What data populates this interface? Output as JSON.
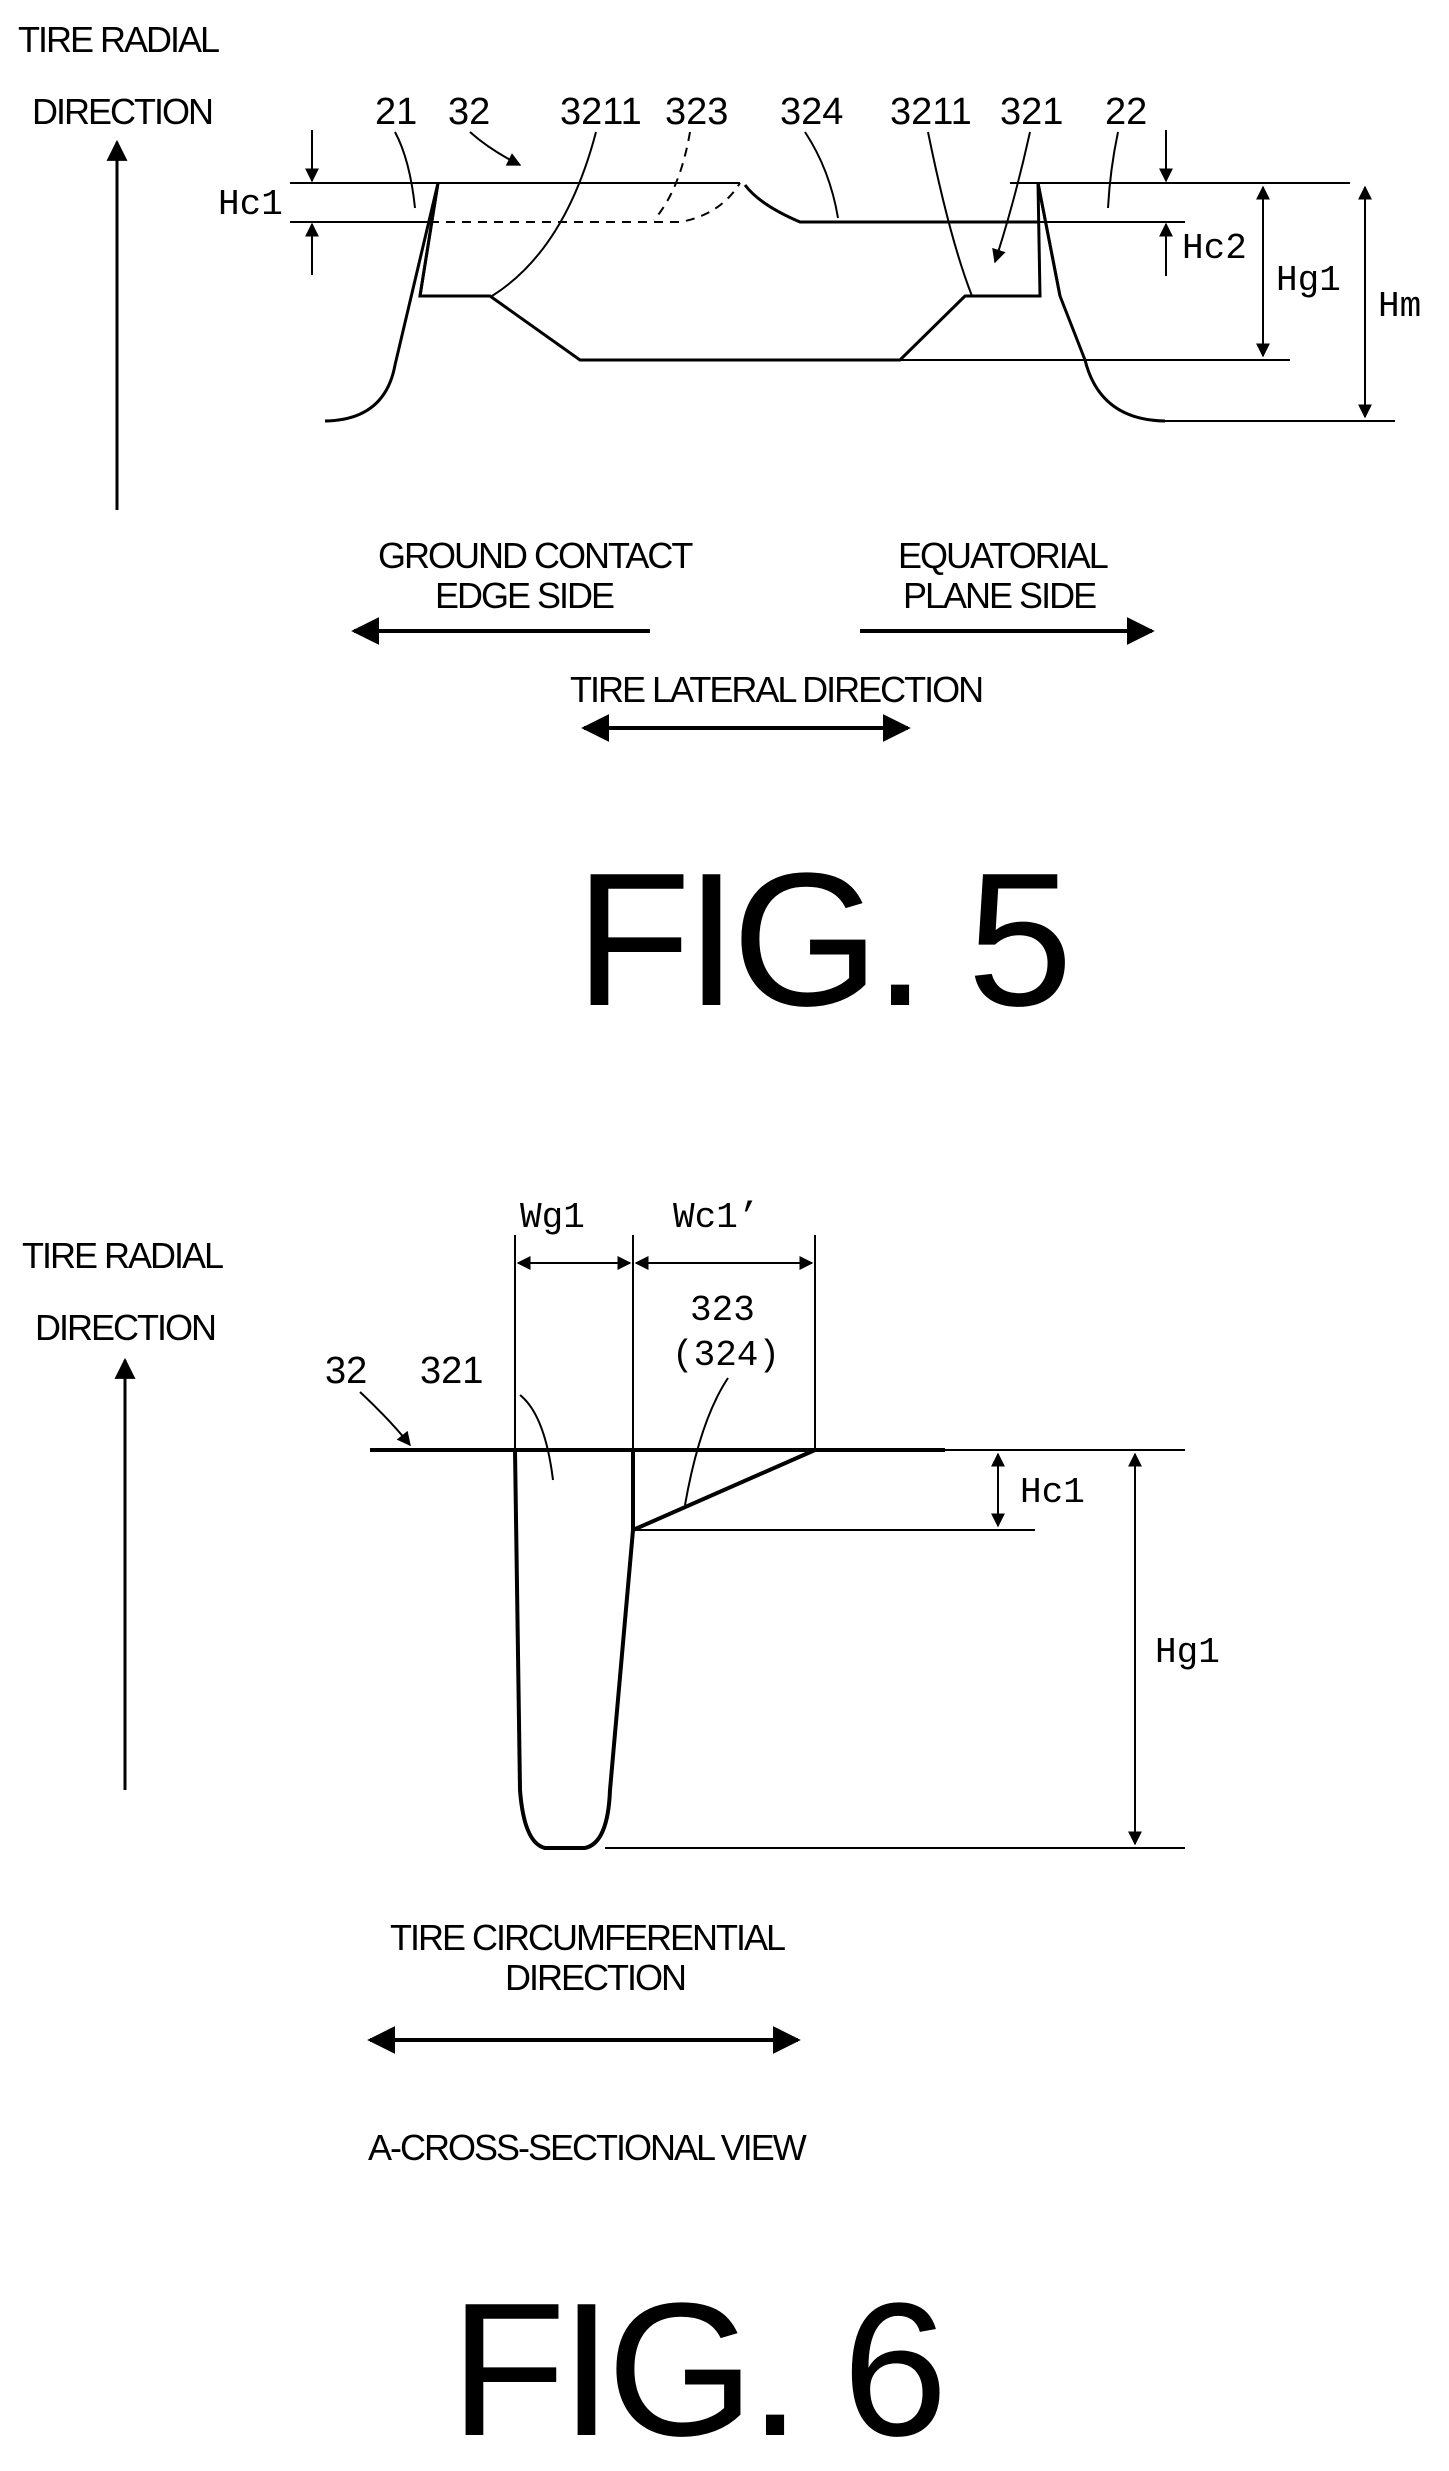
{
  "fig5": {
    "radial_label_1": "TIRE RADIAL",
    "radial_label_2": "DIRECTION",
    "refs": {
      "r21": "21",
      "r32": "32",
      "r3211a": "3211",
      "r323": "323",
      "r324": "324",
      "r3211b": "3211",
      "r321": "321",
      "r22": "22"
    },
    "dims": {
      "hc1": "Hc1",
      "hc2": "Hc2",
      "hg1": "Hg1",
      "hm": "Hm"
    },
    "ground_1": "GROUND CONTACT",
    "ground_2": "EDGE SIDE",
    "equ_1": "EQUATORIAL",
    "equ_2": "PLANE SIDE",
    "lateral": "TIRE LATERAL DIRECTION",
    "title": "FIG. 5"
  },
  "fig6": {
    "radial_label_1": "TIRE RADIAL",
    "radial_label_2": "DIRECTION",
    "dims": {
      "wg1": "Wg1",
      "wc1": "Wc1’",
      "hc1": "Hc1",
      "hg1": "Hg1"
    },
    "refs": {
      "r323": "323",
      "r324": "(324)",
      "r32": "32",
      "r321": "321"
    },
    "circ_1": "TIRE CIRCUMFERENTIAL",
    "circ_2": "DIRECTION",
    "view": "A-CROSS-SECTIONAL VIEW",
    "title": "FIG. 6"
  }
}
